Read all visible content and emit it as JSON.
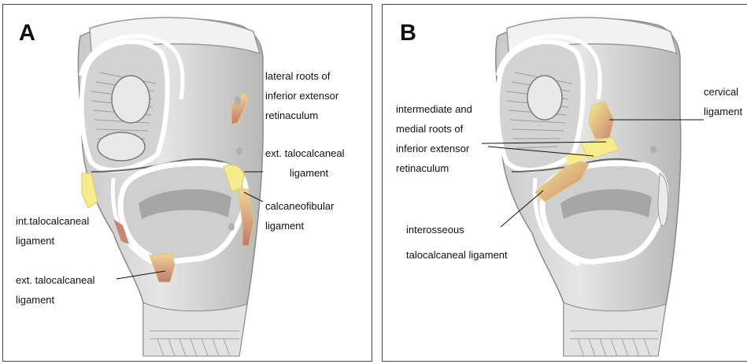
{
  "panel_a": {
    "letter": "A",
    "labels": {
      "lateral_roots": [
        "lateral roots of",
        "inferior extensor",
        "retinaculum"
      ],
      "ext_talocalcaneal_right": [
        "ext. talocalcaneal",
        "ligament"
      ],
      "calcaneofibular": [
        "calcaneofibular",
        "ligament"
      ],
      "int_talocalcaneal": [
        "int.talocalcaneal",
        "ligament"
      ],
      "ext_talocalcaneal_bottom": [
        "ext. talocalcaneal",
        "ligament"
      ]
    }
  },
  "panel_b": {
    "letter": "B",
    "labels": {
      "cervical": [
        "cervical",
        "ligament"
      ],
      "intermediate_medial": [
        "intermediate and",
        "medial roots of",
        "inferior extensor",
        "retinaculum"
      ],
      "interosseous": [
        "interosseous",
        "talocalcaneal ligament"
      ]
    }
  },
  "colors": {
    "bone_light": "#dcdcdc",
    "bone_mid": "#bdbdbd",
    "bone_dark": "#8e8e8e",
    "outline": "#6e6e6e",
    "ligament_yellow": "#f6ec8c",
    "ligament_red": "#c98474"
  }
}
